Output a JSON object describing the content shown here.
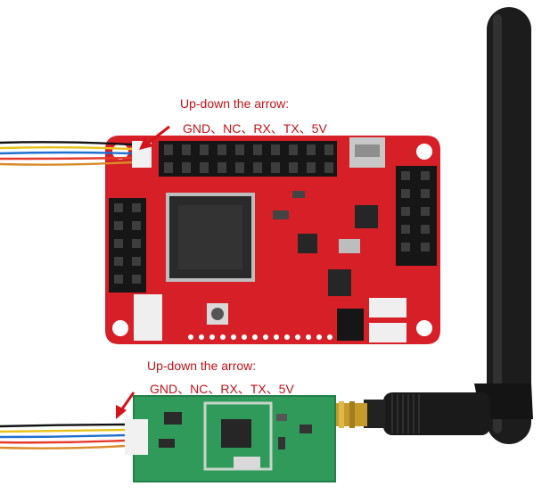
{
  "top_annotation": {
    "title": "Up-down the arrow:",
    "pins": "GND、NC、RX、TX、5V"
  },
  "bottom_annotation": {
    "title": "Up-down the arrow:",
    "pins": "GND、NC、RX、TX、5V"
  },
  "colors": {
    "label_text": "#c0121a",
    "arrow": "#d4141c",
    "flight_board": "#d61f26",
    "radio_board": "#2f9a5a",
    "antenna": "#1c1c1c",
    "sma_gold": "#c49a2a",
    "wire_colors": [
      "#111111",
      "#e8c21a",
      "#1f6fd1",
      "#e53b2c",
      "#d98b2a"
    ]
  },
  "icons": {
    "top_arrow": "arrow-icon",
    "bottom_arrow": "arrow-icon"
  }
}
